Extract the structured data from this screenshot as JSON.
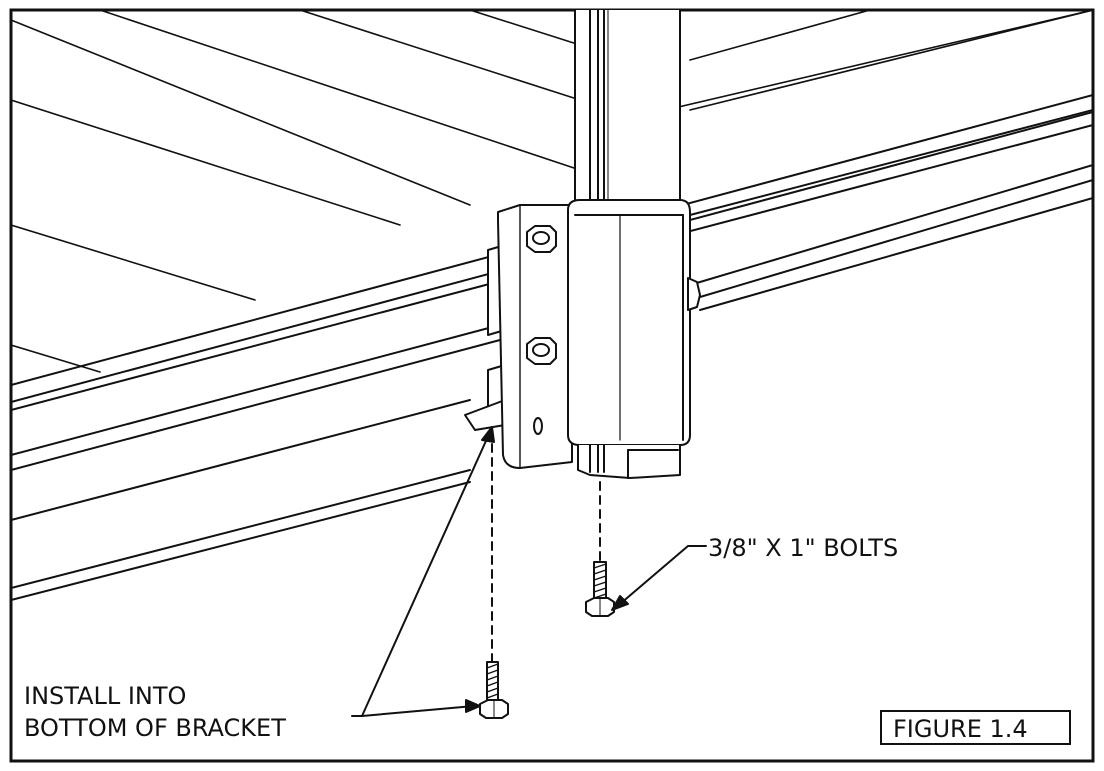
{
  "labels": {
    "bolts": "3/8\" X 1\" BOLTS",
    "install_line1": "INSTALL INTO",
    "install_line2": "BOTTOM OF BRACKET",
    "figure": "FIGURE 1.4"
  },
  "colors": {
    "line": "#111111",
    "fill": "#ffffff",
    "shade": "#e6e6e6"
  }
}
